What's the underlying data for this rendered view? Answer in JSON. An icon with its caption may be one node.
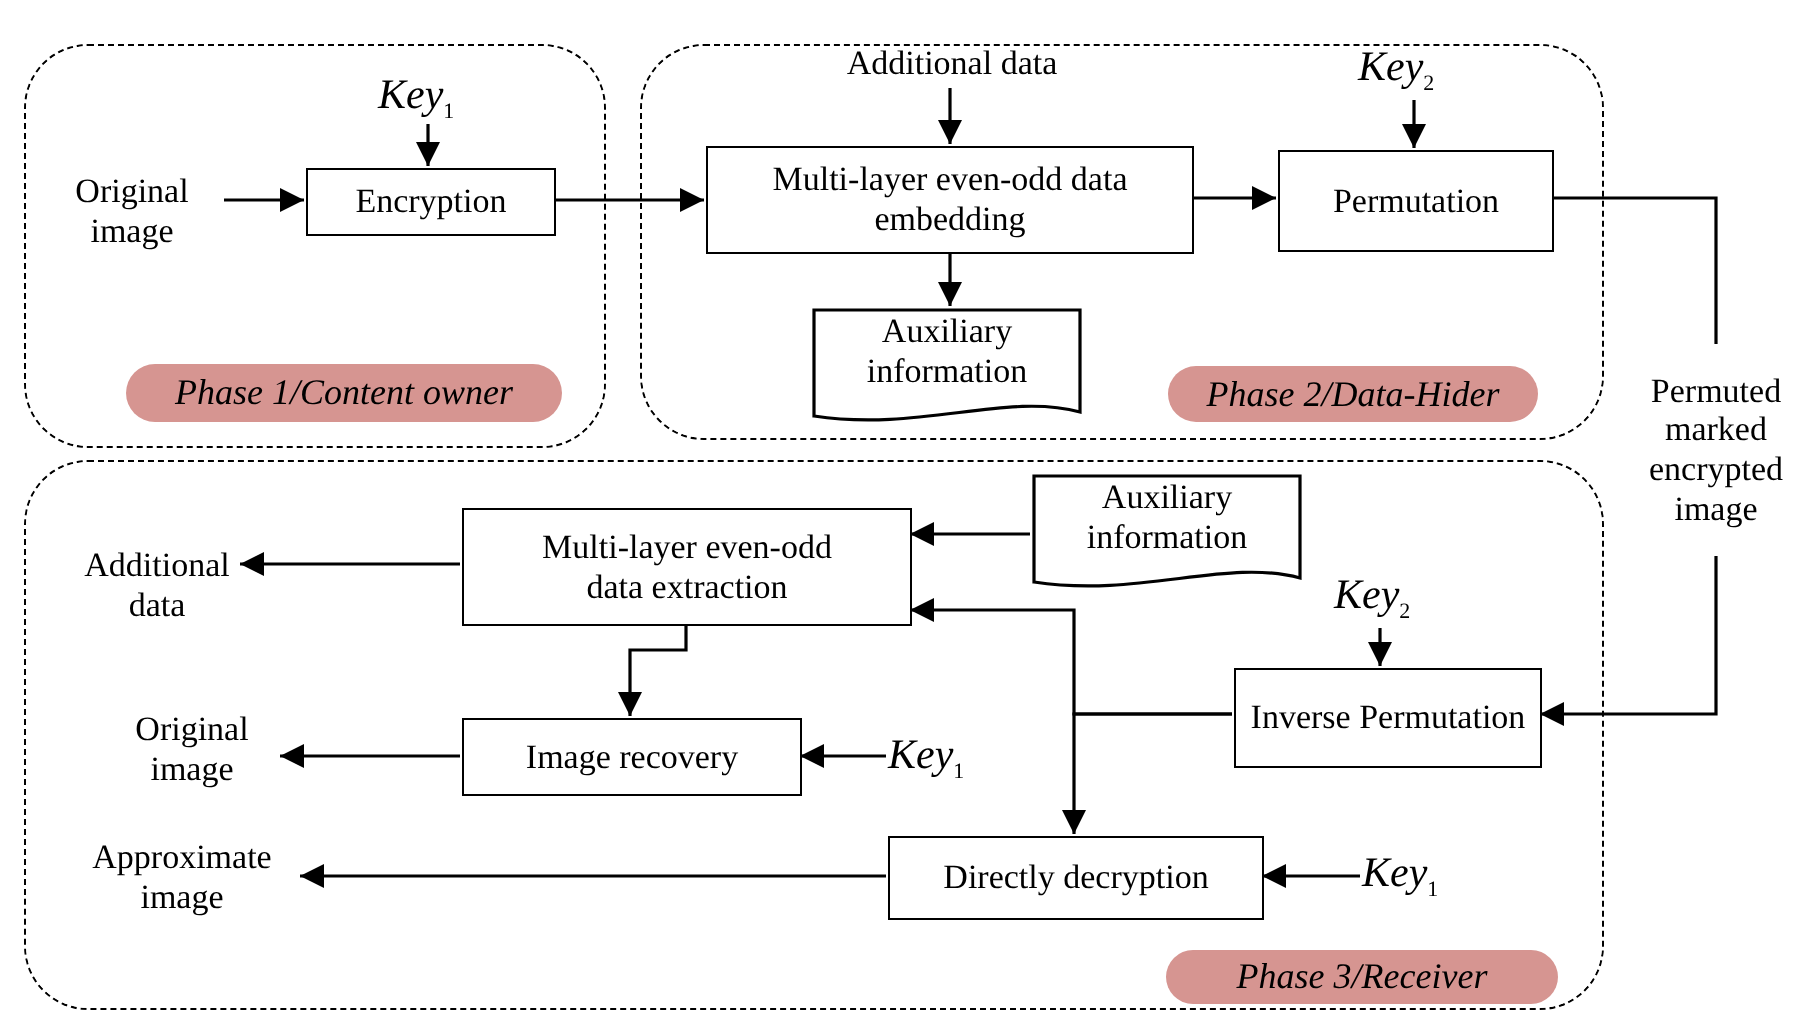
{
  "diagram": {
    "nodes": [
      {
        "text": [],
        "shape": "box"
      },
      {
        "text": [
          "Phase 1/Content owner"
        ],
        "in": 0
      },
      {
        "text": [
          "*Key*$_{1}$"
        ],
        "in": 0
      },
      {
        "text": [
          "Original image"
        ],
        "in": 0
      },
      {
        "text": [
          "Encryption"
        ],
        "in": 0
      },
      {
        "text": [],
        "shape": "box"
      },
      {
        "text": [
          "Additional data"
        ],
        "in": 5
      },
      {
        "text": [
          "Multi-layer even-odd data embedding"
        ],
        "in": 5
      },
      {
        "text": [
          "*Key*$_{2}$"
        ],
        "in": 5
      },
      {
        "text": [
          "Permutation"
        ],
        "in": 5
      },
      {
        "text": [
          "Auxiliary information"
        ],
        "in": 5
      },
      {
        "text": [
          "Phase 2/Data-Hider"
        ],
        "in": 5
      },
      {
        "text": [
          "Permuted marked encrypted image"
        ]
      },
      {
        "text": [],
        "shape": "box"
      },
      {
        "text": [
          "Additional data"
        ],
        "in": 13
      },
      {
        "text": [
          "Multi-layer even-odd data extraction"
        ],
        "in": 13
      },
      {
        "text": [
          "Auxiliary information"
        ],
        "in": 13
      },
      {
        "text": [
          "Original image"
        ],
        "in": 13
      },
      {
        "text": [
          "Image recovery"
        ],
        "in": 13
      },
      {
        "text": [
          "*Key*$_{1}$"
        ],
        "in": 13
      },
      {
        "text": [
          "*Key*$_{2}$"
        ],
        "in": 13
      },
      {
        "text": [
          "Inverse Permutation"
        ],
        "in": 13
      },
      {
        "text": [
          "Approximate image"
        ],
        "in": 13
      },
      {
        "text": [
          "Directly decryption"
        ],
        "in": 13
      },
      {
        "text": [
          "*Key*$_{1}$"
        ],
        "in": 13
      },
      {
        "text": [
          "Phase 3/Receiver"
        ],
        "in": 13
      }
    ],
    "edges": [
      {
        "from": 2,
        "to": 4,
        "arrow": "to"
      },
      {
        "from": 3,
        "to": 4,
        "arrow": "to"
      },
      {
        "from": 4,
        "to": 7,
        "arrow": "to"
      },
      {
        "from": 6,
        "to": 7,
        "arrow": "to"
      },
      {
        "from": 7,
        "to": 9,
        "arrow": "to"
      },
      {
        "from": 8,
        "to": 9,
        "arrow": "to"
      },
      {
        "from": 7,
        "to": 10,
        "arrow": "to"
      },
      {
        "from": 9,
        "to": 12,
        "arrow": "none"
      },
      {
        "from": 12,
        "to": 21,
        "arrow": "to"
      },
      {
        "from": 16,
        "to": 15,
        "arrow": "to"
      },
      {
        "from": 21,
        "to": 15,
        "arrow": "to"
      },
      {
        "from": 21,
        "to": 23,
        "arrow": "to"
      },
      {
        "from": 15,
        "to": 14,
        "arrow": "to"
      },
      {
        "from": 15,
        "to": 18,
        "arrow": "to"
      },
      {
        "from": 18,
        "to": 17,
        "arrow": "to"
      },
      {
        "from": 19,
        "to": 18,
        "arrow": "to"
      },
      {
        "from": 24,
        "to": 23,
        "arrow": "to"
      },
      {
        "from": 23,
        "to": 22,
        "arrow": "to"
      },
      {
        "from": 20,
        "to": 21,
        "arrow": "to"
      }
    ]
  }
}
